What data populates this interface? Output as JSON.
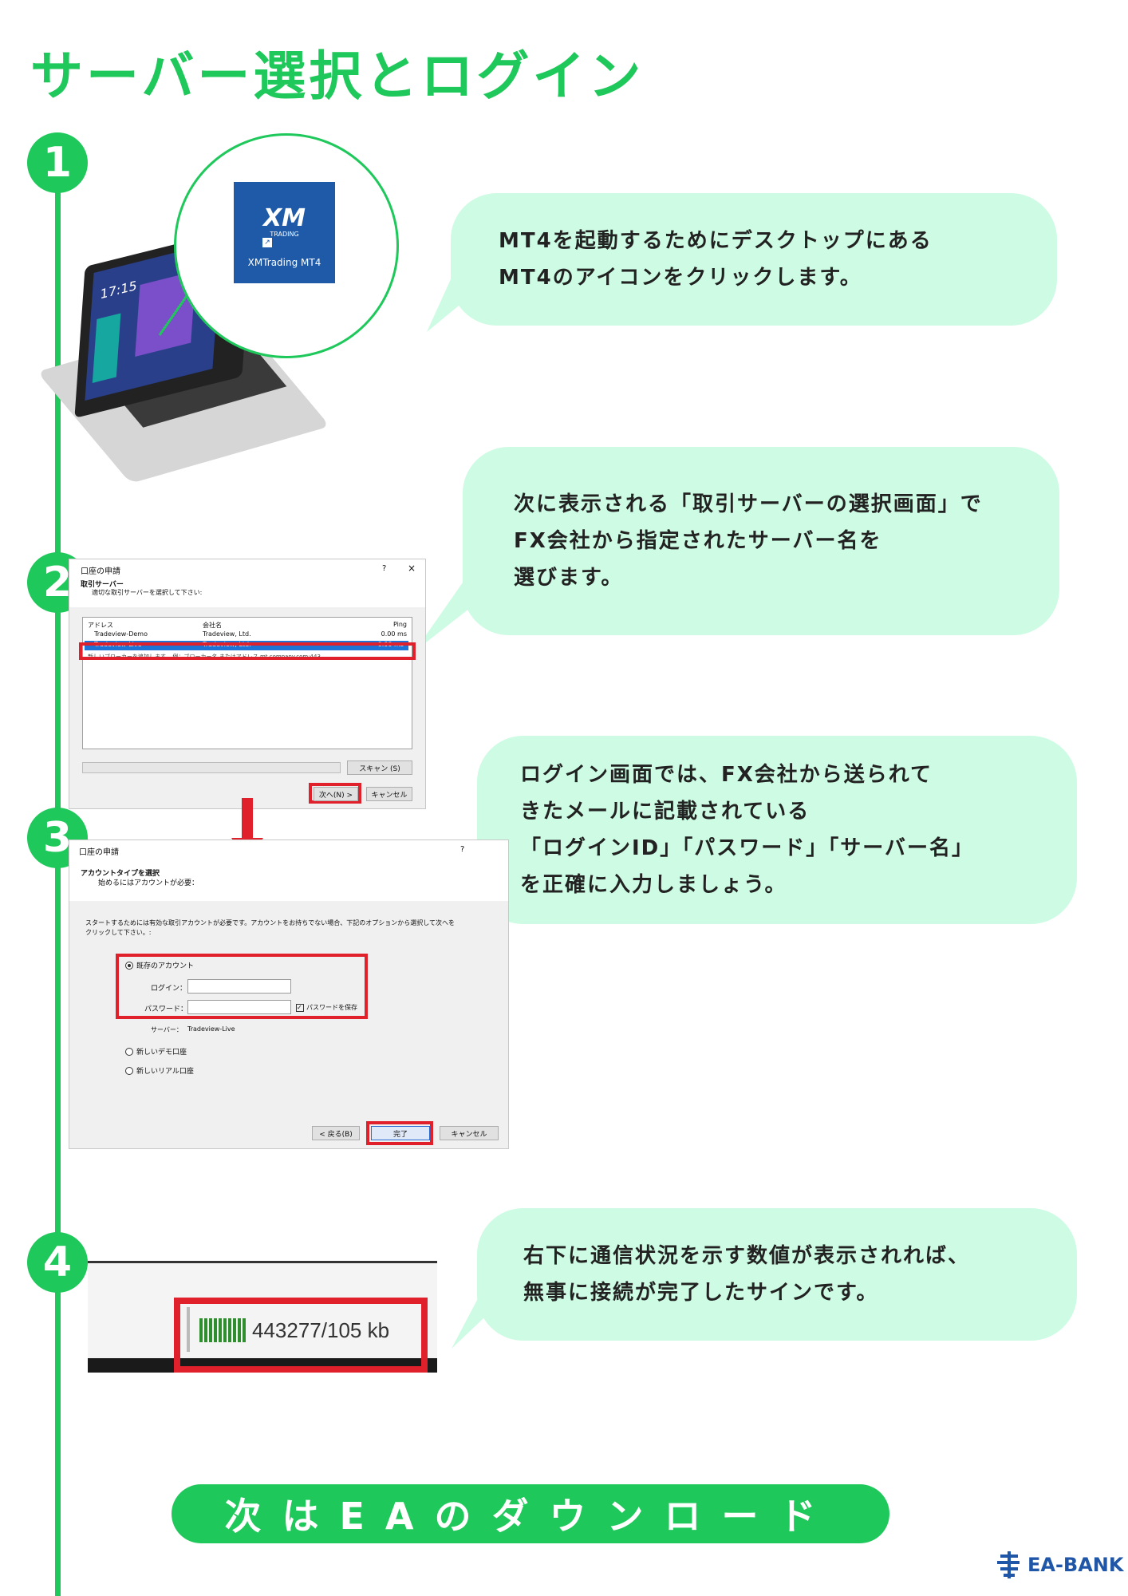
{
  "title": "サーバー選択とログイン",
  "accent_color": "#1ec85a",
  "steps": [
    {
      "number": "1",
      "text": "MT4を起動するためにデスクトップにある\nMT4のアイコンをクリックします。"
    },
    {
      "number": "2",
      "text": "次に表示される「取引サーバーの選択画面」で\nFX会社から指定されたサーバー名を\n選びます。"
    },
    {
      "number": "3",
      "text": "ログイン画面では、FX会社から送られて\nきたメールに記載されている\n「ログインID」「パスワード」「サーバー名」\nを正確に入力しましょう。"
    },
    {
      "number": "4",
      "text": "右下に通信状況を示す数値が表示されれば、\n無事に接続が完了したサインです。"
    }
  ],
  "laptop": {
    "clock": "17:15"
  },
  "desktop_icon": {
    "logo": "XM",
    "sub": "TRADING",
    "label": "XMTrading MT4",
    "icon": "xm-trading-icon"
  },
  "server_dialog": {
    "title": "口座の申請",
    "help": "?",
    "close": "×",
    "heading": "取引サーバー",
    "subheading": "適切な取引サーバーを選択して下さい:",
    "columns": [
      "アドレス",
      "会社名",
      "Ping"
    ],
    "rows": [
      {
        "address": "Tradeview-Demo",
        "company": "Tradeview, Ltd.",
        "ping": "0.00 ms"
      },
      {
        "address": "Tradeview-Live",
        "company": "Tradeview, Ltd.",
        "ping": "0.00 ms"
      }
    ],
    "add_broker": "新しいブローカーを追加します。 例：ブローカー名 またはアドレス mt.company.com:443",
    "scan_button": "スキャン (S)",
    "next_button": "次へ(N) >",
    "cancel_button": "キャンセル"
  },
  "login_dialog": {
    "title": "口座の申請",
    "help": "?",
    "heading": "アカウントタイプを選択",
    "subheading": "始めるにはアカウントが必要：",
    "description": "スタートするためには有効な取引アカウントが必要です。アカウントをお持ちでない場合、下記のオプションから選択して次へを\nクリックして下さい。:",
    "existing_account": "既存のアカウント",
    "login_label": "ログイン：",
    "password_label": "パスワード：",
    "save_password": "パスワードを保存",
    "server_label": "サーバー：",
    "server_value": "Tradeview-Live",
    "new_demo": "新しいデモ口座",
    "new_real": "新しいリアル口座",
    "back_button": "< 戻る(B)",
    "finish_button": "完了",
    "cancel_button": "キャンセル"
  },
  "status_bar": {
    "traffic": "443277/105 kb"
  },
  "cta": "次はEAのダウンロード",
  "logo": "EA-BANK"
}
